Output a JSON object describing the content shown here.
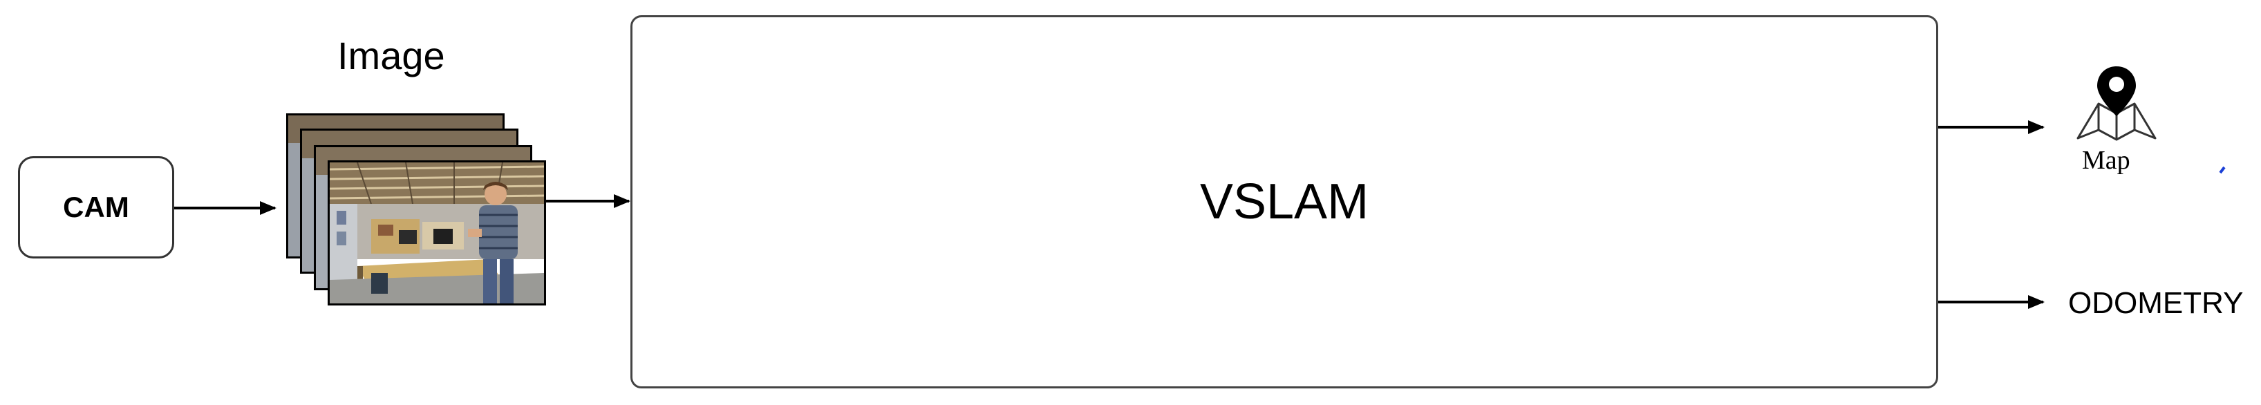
{
  "diagram": {
    "cam_label": "CAM",
    "image_label": "Image",
    "vslam_label": "VSLAM",
    "map_label": "Map",
    "odometry_label": "ODOMETRY"
  },
  "icons": {
    "map": "map-pin-icon"
  },
  "colors": {
    "stroke": "#000000",
    "box_border": "#444444",
    "accent_mark": "#1a3fd6"
  }
}
